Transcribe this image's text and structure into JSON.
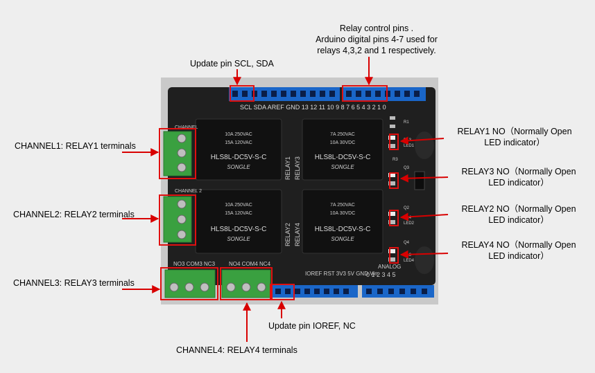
{
  "annotations": {
    "relay_control": [
      "Relay control pins .",
      "Arduino digital pins 4-7 used for",
      "relays 4,3,2 and 1 respectively."
    ],
    "update_scl_sda": "Update pin SCL, SDA",
    "channel1": "CHANNEL1: RELAY1 terminals",
    "channel2": "CHANNEL2: RELAY2 terminals",
    "channel3": "CHANNEL3: RELAY3 terminals",
    "channel4": "CHANNEL4: RELAY4 terminals",
    "update_ioref_nc": "Update pin IOREF, NC",
    "relay1_led": [
      "RELAY1 NO（Normally Open",
      "LED indicator）"
    ],
    "relay3_led": [
      "RELAY3 NO（Normally Open",
      "LED indicator）"
    ],
    "relay2_led": [
      "RELAY2 NO（Normally Open",
      "LED indicator）"
    ],
    "relay4_led": [
      "RELAY4 NO（Normally Open",
      "LED indicator）"
    ]
  },
  "board": {
    "top_header_labels": "SCL SDA AREF GND 13 12 11 10 9 8   7 6 5 4 3 2 1 0",
    "relay_text": {
      "brand": "SONGLE",
      "model": "HLS8L-DC5V-S-C",
      "rating1": "10A 250VAC",
      "rating2": "15A 120VAC",
      "rating3": "7A 250VAC",
      "rating4": "10A 30VDC"
    },
    "relay_names": [
      "RELAY1",
      "RELAY3",
      "RELAY2",
      "RELAY4"
    ],
    "terminal_labels_top": [
      "NO3 COM3 NC3",
      "NO4 COM4 NC4"
    ],
    "side_labels": [
      "CHANNEL",
      "CHANNEL 2"
    ],
    "bottom_header_labels": "IOREF RST 3V3 5V GND Vin",
    "analog_label": "ANALOG",
    "analog_numbers": "0 1 2 3 4 5",
    "led_labels": [
      "R13",
      "LED1",
      "Q3",
      "R14",
      "LED2",
      "Q4",
      "R16",
      "LED4",
      "Q2",
      "R1",
      "R3"
    ]
  },
  "colors": {
    "pcb": "#1e1e1e",
    "header": "#1a66c8",
    "terminal": "#3aa040",
    "highlight": "#e01010",
    "arrow": "#d80000"
  }
}
